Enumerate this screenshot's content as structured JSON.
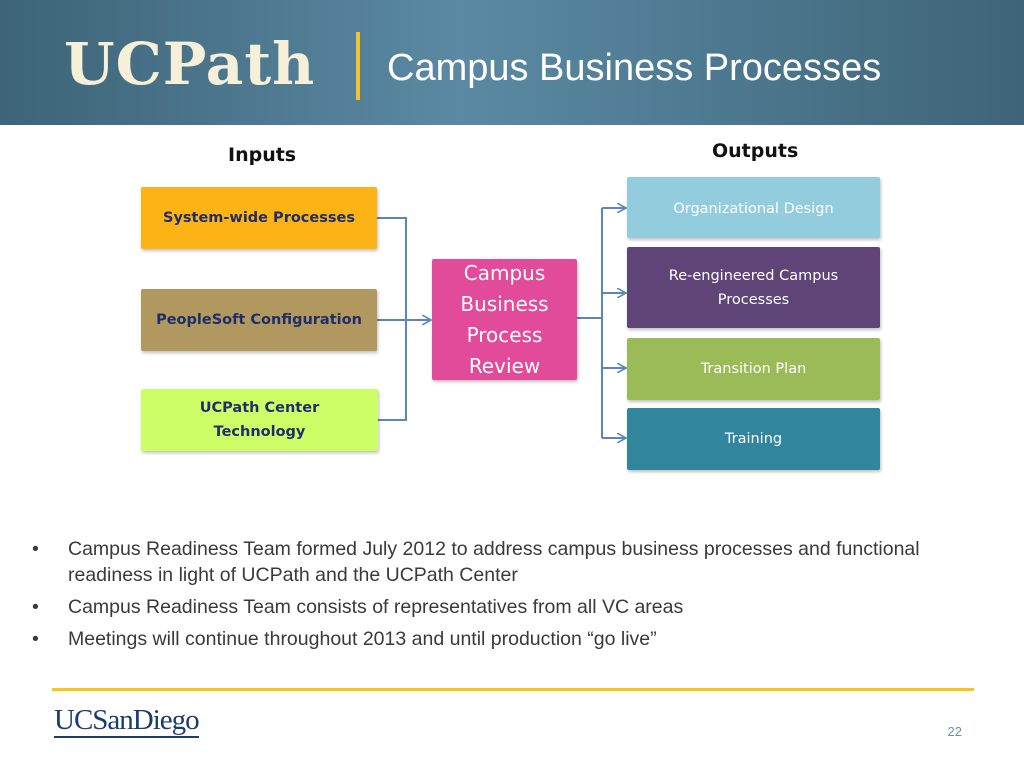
{
  "header": {
    "logo_text": "UCPath",
    "title": "Campus Business Processes"
  },
  "diagram": {
    "inputs_label": "Inputs",
    "outputs_label": "Outputs",
    "inputs": [
      {
        "label": "System-wide Processes",
        "color": "#fcb316"
      },
      {
        "label": "PeopleSoft Configuration",
        "color": "#b1985e"
      },
      {
        "label": "UCPath Center Technology",
        "color": "#ccff66"
      }
    ],
    "center": {
      "label": "Campus Business Process Review",
      "color": "#e24a9a"
    },
    "outputs": [
      {
        "label": "Organizational Design",
        "color": "#92ccdd"
      },
      {
        "label": "Re-engineered Campus Processes",
        "color": "#5f4577"
      },
      {
        "label": "Transition Plan",
        "color": "#9bbb59"
      },
      {
        "label": "Training",
        "color": "#31859c"
      }
    ],
    "connector_color": "#5b87b5"
  },
  "bullets": [
    "Campus Readiness Team formed July 2012 to address campus business processes and functional readiness in light of UCPath and the UCPath Center",
    "Campus Readiness Team consists of representatives from all VC areas",
    "Meetings will continue throughout 2013 and until production “go live”"
  ],
  "footer": {
    "logo_text": "UCSanDiego",
    "page_number": "22",
    "accent_color": "#f5c518"
  }
}
